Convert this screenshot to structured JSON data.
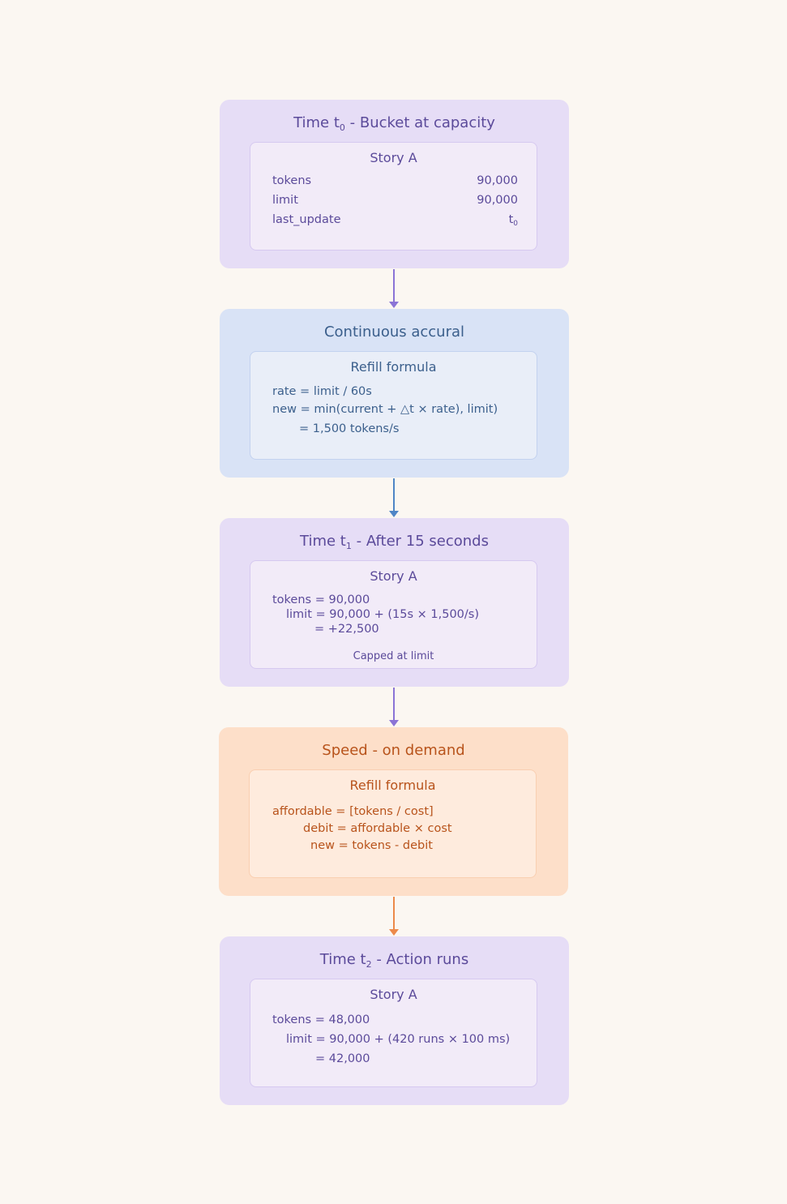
{
  "steps": [
    {
      "title_main": "Time t",
      "title_sub": "0",
      "title_rest": " - Bucket at capacity",
      "inner_title": "Story A",
      "rows": [
        {
          "key": "tokens",
          "value": "90,000"
        },
        {
          "key": "limit",
          "value": "90,000"
        },
        {
          "key": "last_update",
          "value_main": "t",
          "value_sub": "0"
        }
      ]
    },
    {
      "title": "Continuous accural",
      "inner_title": "Refill formula",
      "lines": [
        "rate = limit / 60s",
        "new = min(current + △t × rate), limit)",
        "= 1,500 tokens/s"
      ]
    },
    {
      "title_main": "Time t",
      "title_sub": "1",
      "title_rest": " - After 15 seconds",
      "inner_title": "Story A",
      "lines": [
        "tokens = 90,000",
        "limit = 90,000 + (15s × 1,500/s)",
        "= +22,500"
      ],
      "note": "Capped at limit"
    },
    {
      "title": "Speed - on demand",
      "inner_title": "Refill formula",
      "lines": [
        "affordable = [tokens / cost]",
        "debit = affordable × cost",
        "new = tokens - debit"
      ]
    },
    {
      "title_main": "Time t",
      "title_sub": "2",
      "title_rest": " - Action runs",
      "inner_title": "Story A",
      "lines": [
        "tokens = 48,000",
        "limit = 90,000 + (420 runs × 100 ms)",
        "= 42,000"
      ]
    }
  ],
  "colors": {
    "purple_arrow": "#8b74d6",
    "blue_arrow": "#4f86c6",
    "orange_arrow": "#ec8a4a"
  }
}
